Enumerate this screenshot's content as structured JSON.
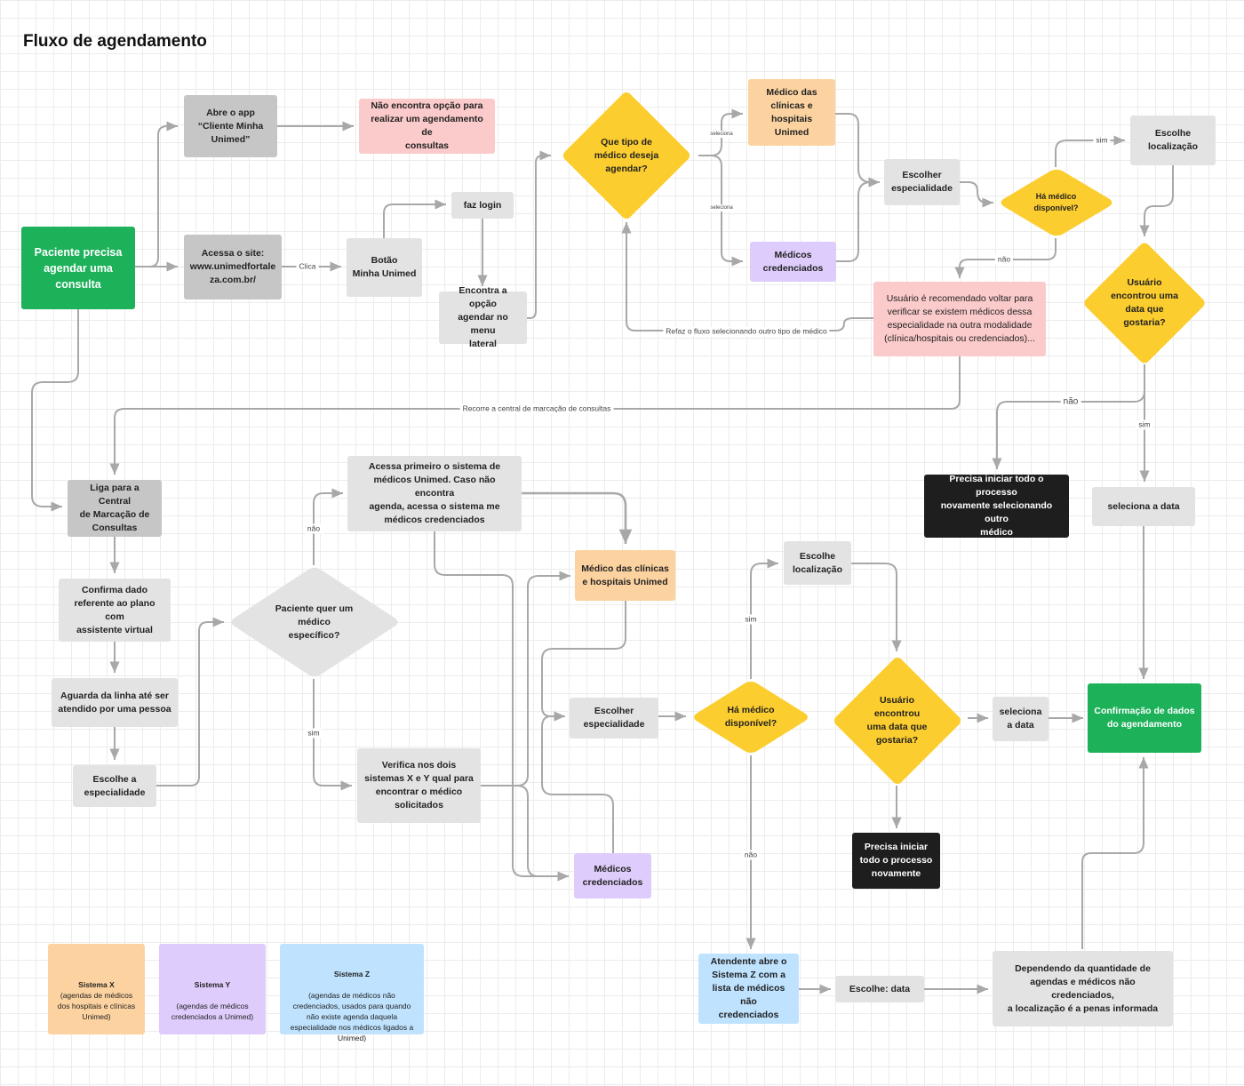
{
  "title": "Fluxo de agendamento",
  "nodes": {
    "paciente": "Paciente precisa\nagendar uma\nconsulta",
    "abre_app": "Abre o app\n“Cliente Minha\nUnimed”",
    "nao_encontra": "Não encontra opção para\nrealizar um agendamento de\nconsultas",
    "acessa_site": "Acessa o site:\nwww.unimedfortale\nza.com.br/",
    "botao": "Botão\nMinha Unimed",
    "faz_login": "faz login",
    "encontra_opcao": "Encontra a opção\nagendar no menu\nlateral",
    "que_tipo": "Que tipo de\nmédico deseja\nagendar?",
    "medico_clinicas_top": "Médico das\nclínicas e\nhospitais\nUnimed",
    "medicos_cred_top": "Médicos\ncredenciados",
    "escolher_esp_top": "Escolher\nespecialidade",
    "ha_medico_top": "Há médico\ndisponível?",
    "escolhe_loc_top": "Escolhe\nlocalização",
    "recomendado": "Usuário é recomendado voltar para\nverificar se existem médicos dessa\nespecialidade na outra modalidade\n(clínica/hospitais ou credenciados)...",
    "usuario_data_top": "Usuário\nencontrou uma\ndata que\ngostaria?",
    "precisa_iniciar_top": "Precisa iniciar todo o processo\nnovamente selecionando outro\nmédico",
    "seleciona_data_top": "seleciona a data",
    "liga_central": "Liga para a Central\nde Marcação de\nConsultas",
    "confirma": "Confirma dado\nreferente ao plano com\nassistente virtual",
    "aguarda": "Aguarda da linha até ser\natendido por uma pessoa",
    "escolhe_esp_left": "Escolhe a\nespecialidade",
    "paciente_quer": "Paciente quer um\nmédico\nespecífico?",
    "acessa_primeiro": "Acessa primeiro o sistema de\nmédicos Unimed. Caso não encontra\nagenda, acessa o sistema me\nmédicos credenciados",
    "verifica": "Verifica nos dois\nsistemas X e Y qual para\nencontrar o médico\nsolicitados",
    "medico_clinicas_mid": "Médico das clínicas\ne hospitais Unimed",
    "medicos_cred_mid": "Médicos\ncredenciados",
    "escolher_esp_mid": "Escolher\nespecialidade",
    "ha_medico_mid": "Há médico\ndisponível?",
    "escolhe_loc_mid": "Escolhe\nlocalização",
    "usuario_data_mid": "Usuário\nencontrou\numa data que\ngostaria?",
    "seleciona_data_mid": "seleciona\na data",
    "confirmacao": "Confirmação de dados\ndo agendamento",
    "precisa_iniciar_mid": "Precisa iniciar\ntodo o processo\nnovamente",
    "atendente": "Atendente abre o\nSistema Z  com a\nlista de médicos não\ncredenciados",
    "escolhe_data": "Escolhe: data",
    "dependendo": "Dependendo da quantidade de\nagendas e médicos não credenciados,\na localização é a penas informada"
  },
  "edge_labels": {
    "clica": "Clica",
    "seleciona_1": "seleciona",
    "seleciona_2": "seleciona",
    "sim_top": "sim",
    "nao_top": "não",
    "refaz": "Refaz o fluxo selecionando outro tipo de médico",
    "recorre": "Recorre a central de marcação de consultas",
    "nao_right": "não",
    "sim_right": "sim",
    "nao_left": "não",
    "sim_left": "sim",
    "sim_mid": "sim",
    "nao_mid": "não"
  },
  "legend": {
    "x_title": "Sistema X",
    "x_desc": "(agendas de médicos dos hospitais e clínicas Unimed)",
    "y_title": "Sistema Y",
    "y_desc": "(agendas de médicos credenciados a Unimed)",
    "z_title": "Sistema Z",
    "z_desc": "(agendas de médicos não credenciados, usados para quando não existe agenda daquela especialidade nos médicos ligados a Unimed)"
  },
  "colors": {
    "green": "#1db15a",
    "yellow": "#fccd2e",
    "grey": "#e3e3e3",
    "dark_grey": "#c6c6c6",
    "pink": "#fbcaca",
    "orange": "#fcd3a0",
    "purple": "#decdfc",
    "black": "#1e1e1e",
    "blue": "#bfe3ff",
    "connector": "#a8a8a8"
  }
}
